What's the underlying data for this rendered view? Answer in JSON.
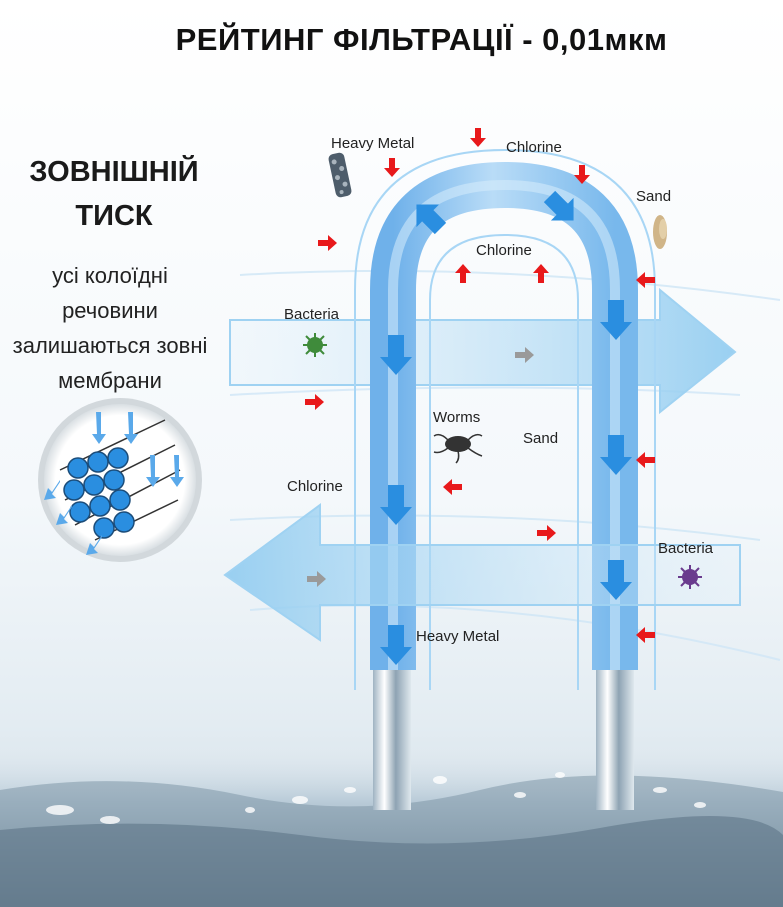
{
  "title": "РЕЙТИНГ ФІЛЬТРАЦІЇ - 0,01мкм",
  "left_panel": {
    "heading_line1": "ЗОВНІШНІЙ",
    "heading_line2": "ТИСК",
    "text_line1": "усі колоїдні",
    "text_line2": "речовини",
    "text_line3": "залишаються зовні",
    "text_line4": "мембрани"
  },
  "labels": {
    "heavy_metal_top": "Heavy Metal",
    "chlorine_top": "Chlorine",
    "sand_top": "Sand",
    "chlorine_inner": "Chlorine",
    "bacteria_left": "Bacteria",
    "worms": "Worms",
    "sand_middle": "Sand",
    "chlorine_left": "Chlorine",
    "bacteria_right": "Bacteria",
    "heavy_metal_bottom": "Heavy Metal"
  },
  "colors": {
    "tube_blue": "#8fc4ef",
    "flow_arrow_blue": "#2a8ee0",
    "contaminant_arrow_red": "#e8191b",
    "filtered_arrow_grey": "#9a9a9a",
    "wide_arrow_blue": "#7fc0ea"
  }
}
